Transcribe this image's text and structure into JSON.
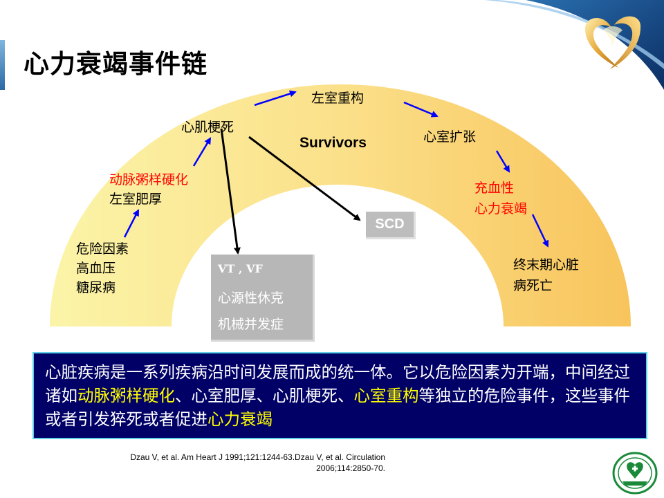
{
  "title": "心力衰竭事件链",
  "nodes": {
    "risk_factors": [
      "危险因素",
      "高血压",
      "糖尿病"
    ],
    "atherosclerosis": "动脉粥样硬化",
    "lvh": "左室肥厚",
    "mi": "心肌梗死",
    "remodeling": "左室重构",
    "dilation": "心室扩张",
    "chf": [
      "充血性",
      "心力衰竭"
    ],
    "end_stage": [
      "终末期心脏",
      "病死亡"
    ]
  },
  "survivors_label": "Survivors",
  "scd_label": "SCD",
  "outcomes": {
    "vt": "VT , VF",
    "shock": "心源性休克",
    "complications": "机械并发症"
  },
  "summary": {
    "part1": "心脏疾病是一系列疾病沿时间发展而成的统一体。它以危险因素为开端，中间经过诸如",
    "hl1": "动脉粥样硬化",
    "part2": "、心室肥厚、心肌梗死、",
    "hl2": "心室重构",
    "part3": "等独立的危险事件，这些事件或者引发猝死或者促进",
    "hl3": "心力衰竭"
  },
  "citation": {
    "line1": "Dzau V, et al. Am Heart J 1991;121:1244-63.Dzau V, et al. Circulation",
    "line2": "2006;114:2850-70."
  },
  "colors": {
    "arc_inner": "#fbf2a0",
    "arc_outer": "#f9c860",
    "flow_arrow": "#0000ff",
    "summary_bg": "#000066",
    "summary_border": "#60d0e8",
    "highlight": "#ffff00",
    "alert_text": "#ff0000",
    "logo_gold": "#e7a93a",
    "emblem_green": "#1a8a3a"
  }
}
